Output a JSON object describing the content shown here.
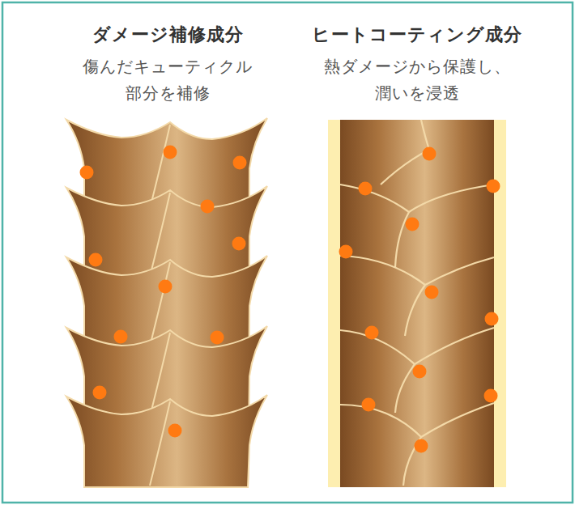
{
  "diagram": {
    "nodes": [
      {
        "text": [
          "ダメージ補修成分",
          "傷んだキューティクル 部分を補修"
        ]
      },
      {
        "text": [
          "ヒートコーティング成分",
          "熱ダメージから保護し、 潤いを浸透"
        ]
      }
    ]
  }
}
